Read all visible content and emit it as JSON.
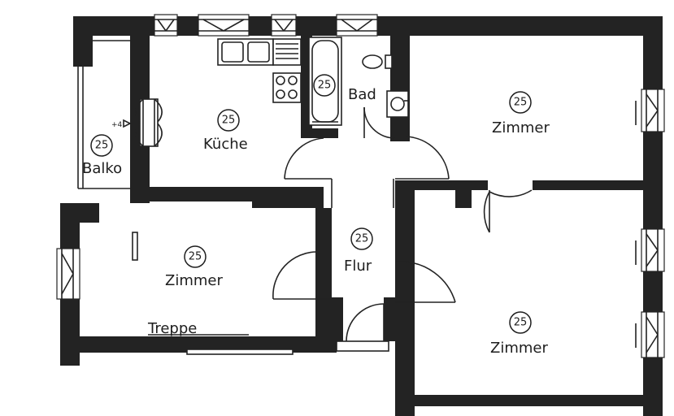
{
  "rooms": {
    "kitchen": {
      "label": "Küche",
      "number": "25"
    },
    "bath": {
      "label": "Bad",
      "number": "25"
    },
    "balcony": {
      "label": "Balko",
      "number": "25"
    },
    "room_ne": {
      "label": "Zimmer",
      "number": "25"
    },
    "room_w": {
      "label": "Zimmer",
      "number": "25"
    },
    "hall": {
      "label": "Flur",
      "number": "25"
    },
    "room_se": {
      "label": "Zimmer",
      "number": "25"
    }
  },
  "stairs": {
    "label": "Treppe"
  },
  "balcony_door_mark": {
    "label": "+4"
  }
}
